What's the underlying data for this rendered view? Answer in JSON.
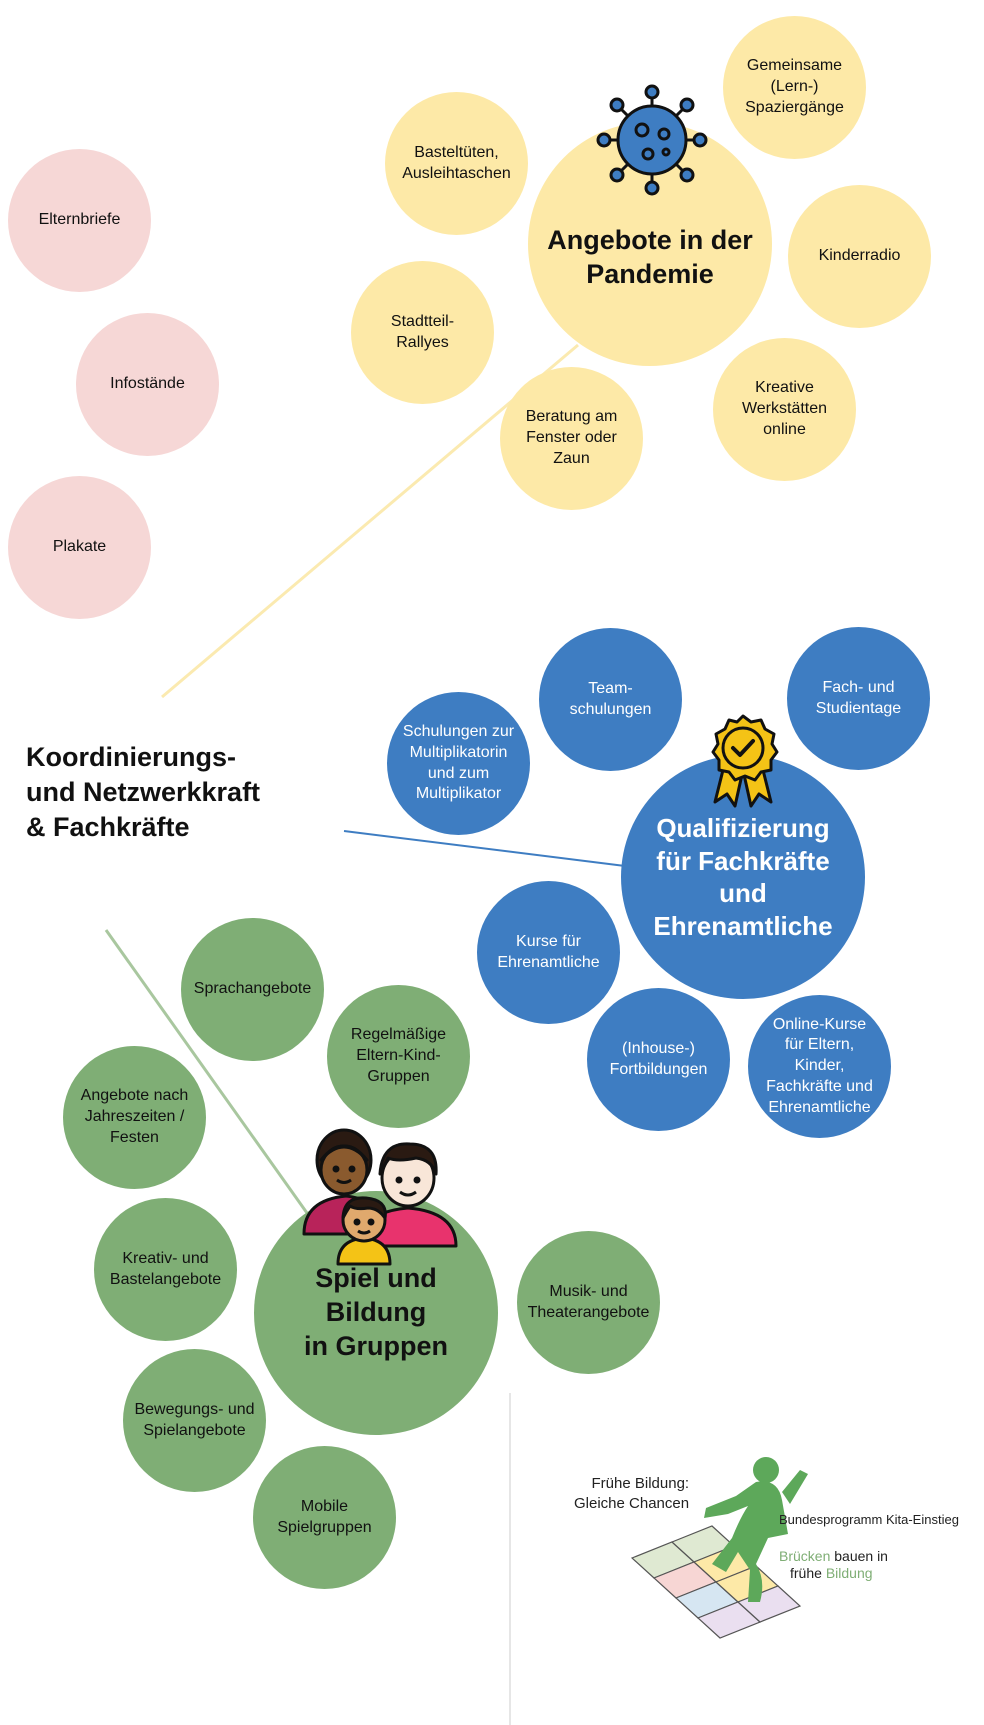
{
  "title": "Koordinierungs-\nund Netzwerkkraft\n& Fachkräfte",
  "pink_bubbles": [
    "Elternbriefe",
    "Infostände",
    "Plakate"
  ],
  "pandemie": {
    "main": "Angebote in der\nPandemie",
    "items": [
      "Basteltüten,\nAusleihtaschen",
      "Gemeinsame\n(Lern-)\nSpaziergänge",
      "Kinderradio",
      "Stadtteil-\nRallyes",
      "Kreative\nWerkstätten\nonline",
      "Beratung am\nFenster oder\nZaun"
    ]
  },
  "qualifizierung": {
    "main": "Qualifizierung\nfür Fachkräfte und\nEhrenamtliche",
    "items": [
      "Team-\nschulungen",
      "Fach- und\nStudientage",
      "Schulungen zur\nMultiplikatorin\nund zum\nMultiplikator",
      "Kurse für\nEhrenamtliche",
      "(Inhouse-)\nFortbildungen",
      "Online-Kurse\nfür Eltern, Kinder,\nFachkräfte und\nEhrenamtliche"
    ]
  },
  "spiel": {
    "main": "Spiel und Bildung\nin Gruppen",
    "items": [
      "Sprachangebote",
      "Regelmäßige\nEltern-Kind-\nGruppen",
      "Angebote nach\nJahreszeiten /\nFesten",
      "Kreativ- und\nBastelangebote",
      "Musik- und\nTheaterangebote",
      "Bewegungs- und\nSpielangebote",
      "Mobile\nSpielgruppen"
    ]
  },
  "logo": {
    "slogan": "Frühe Bildung:\nGleiche Chancen",
    "program": "Bundesprogramm Kita-Einstieg",
    "tagline_part1": "Brücken",
    "tagline_part2": " bauen in",
    "tagline_part3": "frühe ",
    "tagline_part4": "Bildung"
  },
  "colors": {
    "pink": "#f6d7d6",
    "yellow": "#fde9a7",
    "blue": "#3e7dc2",
    "green": "#7fae75"
  },
  "icons": [
    "virus-icon",
    "award-badge-icon",
    "family-icon",
    "child-hopscotch-logo-icon"
  ]
}
